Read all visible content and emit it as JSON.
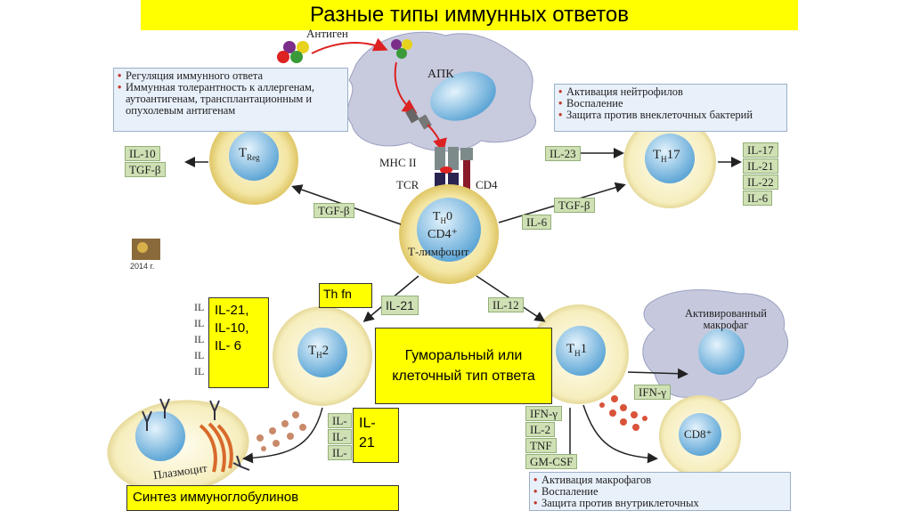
{
  "title": "Разные типы иммунных ответов",
  "antigen_label": "Антиген",
  "apc_label": "АПК",
  "mhc_label": "MHC II",
  "tcr_label": "TCR",
  "cd4_label": "CD4",
  "treg_label": "T",
  "treg_sub": "Reg",
  "th0": {
    "line1": "T",
    "sub": "H",
    "num": "0",
    "line2": "CD4⁺",
    "line3": "Т-лимфоцит"
  },
  "th17_label": {
    "t": "T",
    "sub": "H",
    "num": "17"
  },
  "th2_label": {
    "t": "T",
    "sub": "H",
    "num": "2"
  },
  "th1_label": {
    "t": "T",
    "sub": "H",
    "num": "1"
  },
  "cd8_label": "CD8⁺",
  "plasma_label": "Плазмоцит",
  "macrophage_label": "Активированный макрофаг",
  "treg_box": [
    "Регуляция иммунного ответа",
    "Иммунная толерантность к аллергенам, аутоантигенам, трансплантационным и опухолевым антигенам"
  ],
  "th17_box": [
    "Активация нейтрофилов",
    "Воспаление",
    "Защита против внеклеточных бактерий"
  ],
  "th1_box": [
    "Активация макрофагов",
    "Воспаление",
    "Защита против внутриклеточных"
  ],
  "treg_cytokines": [
    "IL-10",
    "TGF-β"
  ],
  "th17_cytokines": [
    "IL-17",
    "IL-21",
    "IL-22",
    "IL-6"
  ],
  "th1_cytokines": [
    "IFN-γ",
    "IL-2",
    "TNF",
    "GM-CSF"
  ],
  "tags": {
    "tgf_treg": "TGF-β",
    "il23": "IL-23",
    "tgf_th17": "TGF-β",
    "il6": "IL-6",
    "il21": "IL-21",
    "il12": "IL-12",
    "ifn_mac": "IFN-γ"
  },
  "th2_left_cytokines": [
    "IL",
    "IL",
    "IL",
    "IL",
    "IL"
  ],
  "th2_bottom_cytokines": [
    "IL-",
    "IL-",
    "IL-"
  ],
  "notes": {
    "th_fn": "Th fn",
    "il_list": "IL-21,\nIL-10,\nIL- 6",
    "humoral": "Гуморальный или клеточный тип ответа",
    "il21_small": "IL-\n21",
    "synthesis": "Синтез иммуноглобулинов"
  },
  "year": "2014 г.",
  "colors": {
    "title_bg": "#ffff00",
    "cell_yellow": "#f3e6a3",
    "nucleus_blue": "#8fc6ea",
    "tag_green": "#cfe1b4",
    "box_blue": "#e8f0fa",
    "macrophage": "#c6c9dd"
  }
}
